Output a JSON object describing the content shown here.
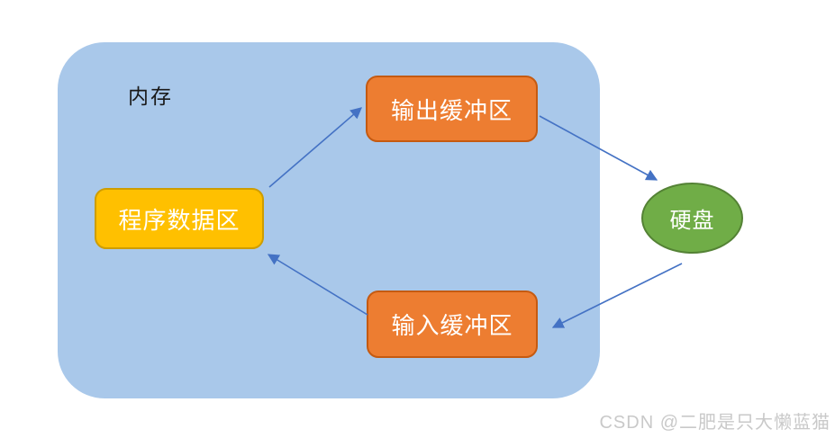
{
  "diagram": {
    "memory_label": "内存",
    "nodes": {
      "program_data": {
        "label": "程序数据区"
      },
      "output_buffer": {
        "label": "输出缓冲区"
      },
      "input_buffer": {
        "label": "输入缓冲区"
      },
      "disk": {
        "label": "硬盘"
      }
    },
    "edges": [
      {
        "from": "程序数据区",
        "to": "输出缓冲区"
      },
      {
        "from": "输出缓冲区",
        "to": "硬盘"
      },
      {
        "from": "硬盘",
        "to": "输入缓冲区"
      },
      {
        "from": "输入缓冲区",
        "to": "程序数据区"
      }
    ],
    "colors": {
      "memory_fill": "#A9C8EA",
      "buffer_fill": "#ED7D31",
      "buffer_border": "#C55A11",
      "data_fill": "#FFC000",
      "data_border": "#CE9D00",
      "disk_fill": "#70AD47",
      "disk_border": "#548235",
      "arrow": "#4472C4",
      "memory_label_color": "#1A1A1A",
      "node_text": "#FFFFFF",
      "watermark_color": "#C9C9C9"
    }
  },
  "watermark": {
    "text": "CSDN @二肥是只大懒蓝猫"
  }
}
